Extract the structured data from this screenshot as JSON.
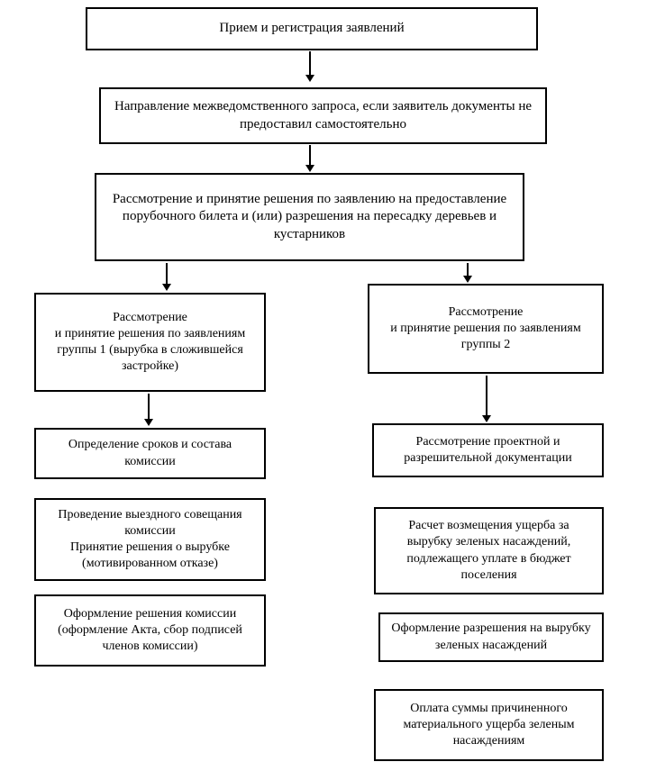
{
  "flowchart": {
    "top": [
      {
        "text": "Прием и регистрация заявлений"
      },
      {
        "text": "Направление межведомственного запроса, если заявитель документы не предоставил самостоятельно"
      },
      {
        "text": "Рассмотрение и принятие решения по заявлению на предоставление порубочного билета и (или) разрешения на пересадку деревьев и кустарников"
      }
    ],
    "left_branch": [
      {
        "text": "Рассмотрение\nи принятие решения по заявлениям группы 1 (вырубка в сложившейся застройке)"
      },
      {
        "text": "Определение сроков и состава комиссии"
      },
      {
        "text": "Проведение выездного совещания комиссии\nПринятие решения о вырубке (мотивированном отказе)"
      },
      {
        "text": "Оформление решения комиссии (оформление Акта,  сбор подписей членов комиссии)"
      }
    ],
    "right_branch": [
      {
        "text": "Рассмотрение\nи принятие решения по заявлениям группы 2"
      },
      {
        "text": "Рассмотрение проектной и разрешительной документации"
      },
      {
        "text": "Расчет возмещения ущерба за вырубку зеленых насаждений, подлежащего уплате в бюджет поселения"
      },
      {
        "text": "Оформление разрешения на вырубку зеленых насаждений"
      },
      {
        "text": "Оплата суммы причиненного материального ущерба зеленым насаждениям"
      }
    ],
    "colors": {
      "border": "#000000",
      "background": "#ffffff",
      "text": "#000000"
    }
  }
}
